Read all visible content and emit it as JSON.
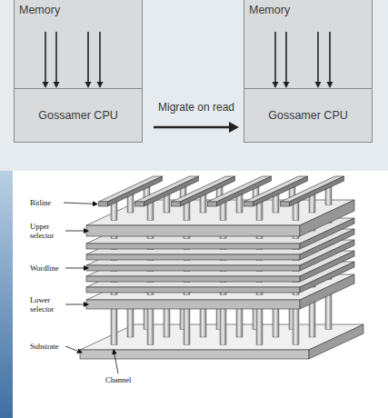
{
  "diagram": {
    "nodes": [
      {
        "text": [
          "Memory"
        ]
      },
      {
        "text": [
          "Gossamer CPU"
        ]
      },
      {
        "text": [
          "Memory"
        ]
      },
      {
        "text": [
          "Gossamer CPU"
        ]
      }
    ],
    "edges": [
      {
        "from": 0,
        "to": 1,
        "arrow": "to"
      },
      {
        "from": 0,
        "to": 1,
        "arrow": "to"
      },
      {
        "from": 0,
        "to": 1,
        "arrow": "to"
      },
      {
        "from": 0,
        "to": 1,
        "arrow": "to"
      },
      {
        "from": 2,
        "to": 3,
        "arrow": "to"
      },
      {
        "from": 2,
        "to": 3,
        "arrow": "to"
      },
      {
        "from": 2,
        "to": 3,
        "arrow": "to"
      },
      {
        "from": 2,
        "to": 3,
        "arrow": "to"
      },
      {
        "from": 1,
        "to": 3,
        "label": "Migrate on read",
        "arrow": "to"
      }
    ],
    "labels": [
      "Bitline",
      "Upper selector",
      "Wordline",
      "Lower selector",
      "Substrate",
      "Channel"
    ]
  }
}
